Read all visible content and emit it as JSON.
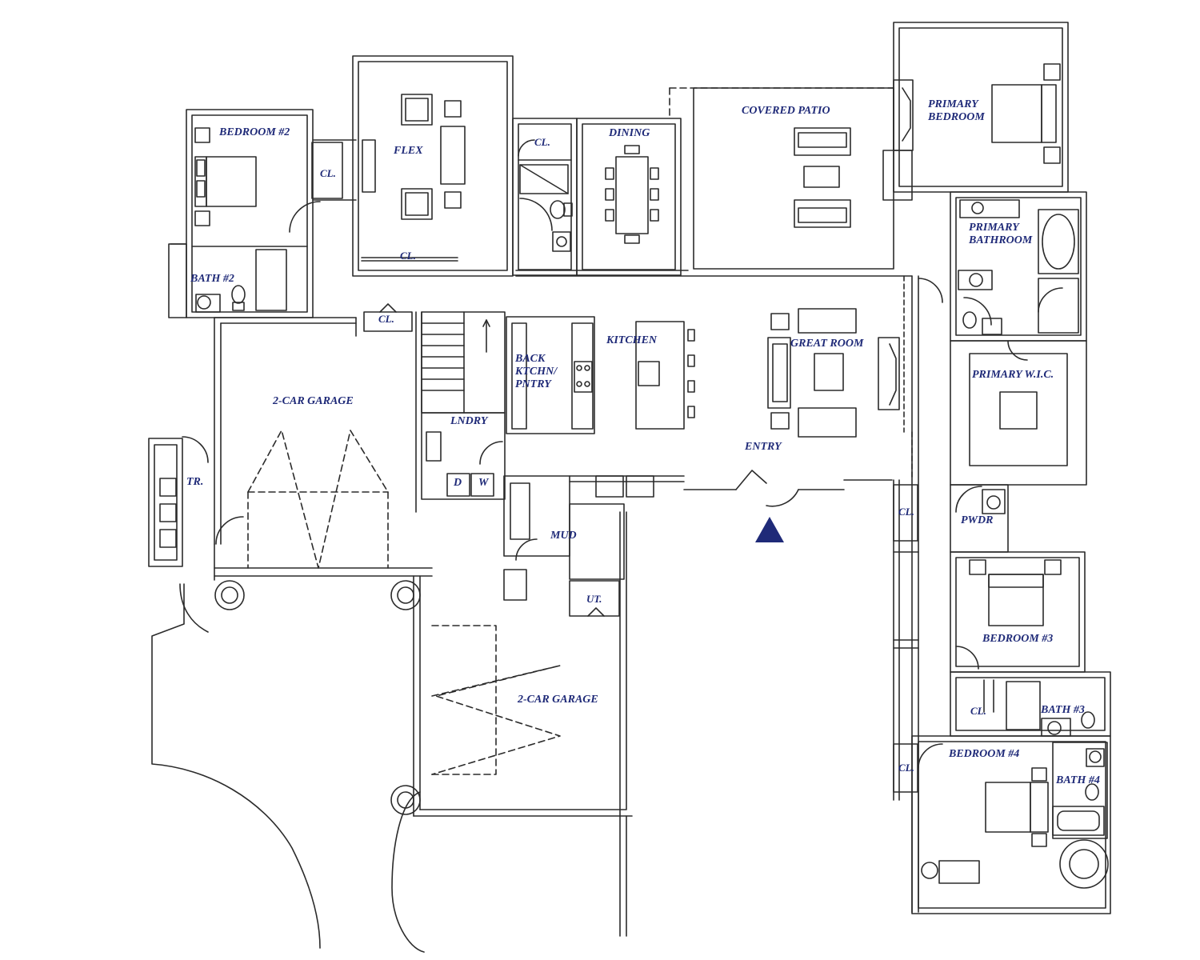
{
  "plan": {
    "accent_color": "#1f2a78",
    "line_color": "#2b2b2b",
    "rooms": {
      "bedroom2": "BEDROOM #2",
      "flex": "FLEX",
      "cl_bed2": "CL.",
      "cl_flex": "CL.",
      "cl_dining": "CL.",
      "dining": "DINING",
      "covered_patio": "COVERED PATIO",
      "primary_bedroom": "PRIMARY\nBEDROOM",
      "primary_bathroom": "PRIMARY\nBATHROOM",
      "bath2": "BATH #2",
      "cl_hall": "CL.",
      "kitchen": "KITCHEN",
      "great_room": "GREAT ROOM",
      "back_kitchen": "BACK\nKTCHN/\nPNTRY",
      "primary_wic": "PRIMARY W.I.C.",
      "garage_left": "2-CAR GARAGE",
      "lndry": "LNDRY",
      "dryer": "D",
      "washer": "W",
      "entry": "ENTRY",
      "tr": "TR.",
      "cl_entry": "CL.",
      "pwdr": "PWDR",
      "mud": "MUD",
      "ut": "UT.",
      "bedroom3": "BEDROOM #3",
      "garage_right": "2-CAR GARAGE",
      "cl_bath3": "CL.",
      "bath3": "BATH #3",
      "bedroom4": "BEDROOM #4",
      "cl_bed4": "CL.",
      "bath4": "BATH #4"
    },
    "entry_marker": "entry-arrow-icon"
  }
}
